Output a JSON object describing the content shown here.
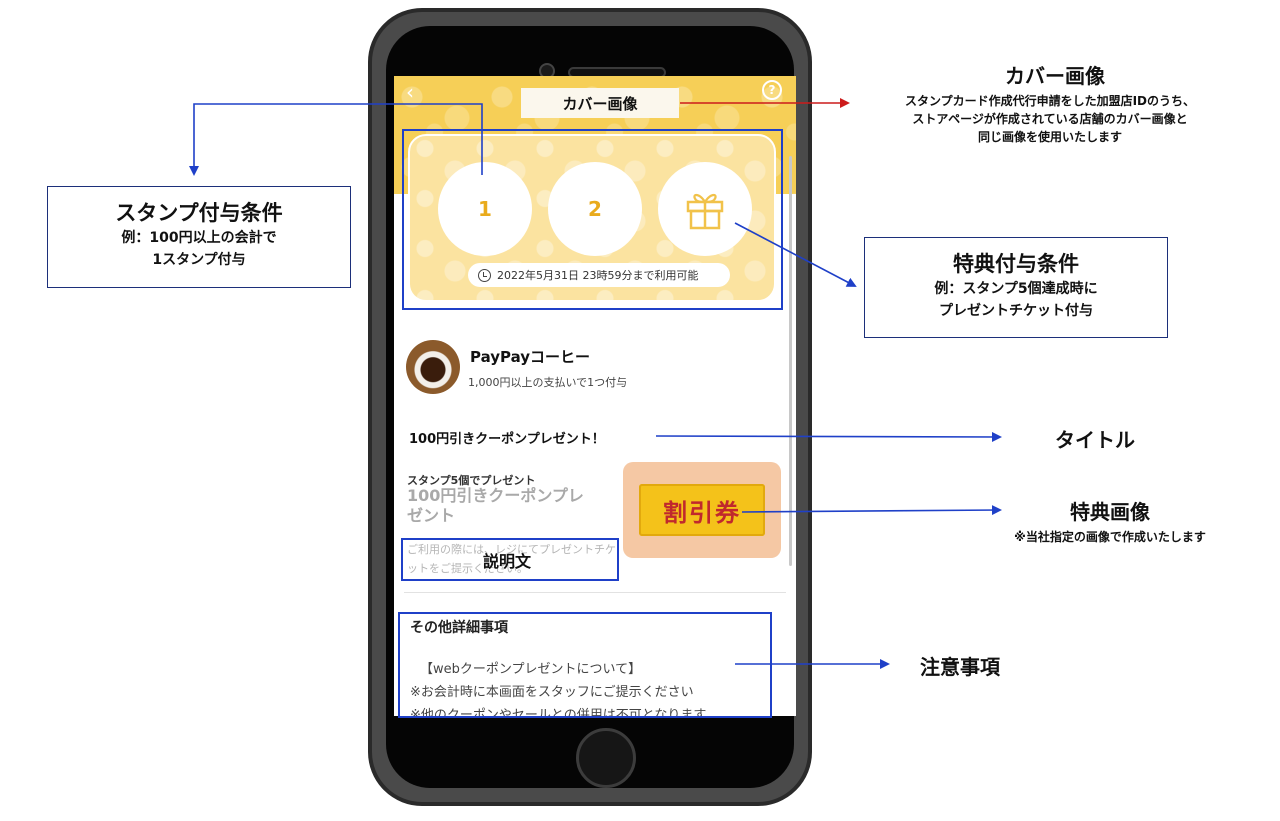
{
  "colors": {
    "cover_yellow": "#f6cf57",
    "card_yellow": "#fbe3a0",
    "stamp_number": "#e9ab1d",
    "annotation_blue": "#1f40c8",
    "annotation_red": "#cc1b1b",
    "coupon_red": "#c0282d"
  },
  "app": {
    "back_icon": "chevron-left-icon",
    "help_icon": "question-circle-icon",
    "help_glyph": "?",
    "stamps": [
      "1",
      "2"
    ],
    "gift_icon": "gift-icon",
    "expiry_text": "2022年5月31日 23時59分まで利用可能",
    "store_name": "PayPayコーヒー",
    "store_condition": "1,000円以上の支払いで1つ付与",
    "title": "100円引きクーポンプレゼント！",
    "reward_caption": "スタンプ5個でプレゼント",
    "reward_name": "100円引きクーポンプレゼント",
    "reward_desc": "ご利用の際には、レジにてプレゼントチケットをご提示ください。",
    "coupon_text": "割引券",
    "notes_heading": "その他詳細事項",
    "notes_lines": [
      "【webクーポンプレゼントについて】",
      "※お会計時に本画面をスタッフにご提示ください",
      "※他のクーポンやセールとの併用は不可となります"
    ]
  },
  "annotations": {
    "cover_label": "カバー画像",
    "description_label": "説明文",
    "cover": {
      "title": "カバー画像",
      "lines": [
        "スタンプカード作成代行申請をした加盟店IDのうち、",
        "ストアページが作成されている店舗のカバー画像と",
        "同じ画像を使用いたします"
      ]
    },
    "stamp_condition": {
      "title": "スタンプ付与条件",
      "lines": [
        "例：100円以上の会計で",
        "1スタンプ付与"
      ]
    },
    "reward_condition": {
      "title": "特典付与条件",
      "lines": [
        "例：スタンプ5個達成時に",
        "プレゼントチケット付与"
      ]
    },
    "title_label": "タイトル",
    "reward_image": {
      "title": "特典画像",
      "note": "※当社指定の画像で作成いたします"
    },
    "notes_label": "注意事項"
  }
}
